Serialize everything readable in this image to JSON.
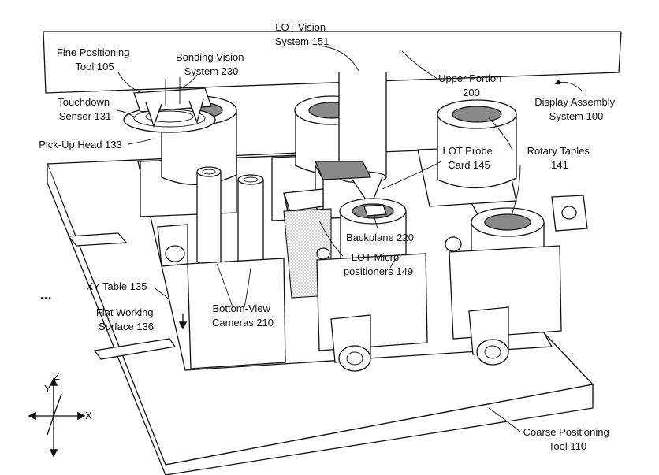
{
  "labels": {
    "fine_positioning_tool": [
      "Fine Positioning",
      "Tool 105"
    ],
    "bonding_vision_system": [
      "Bonding Vision",
      "System 230"
    ],
    "lot_vision_system": [
      "LOT Vision",
      "System 151"
    ],
    "upper_portion": [
      "Upper Portion",
      "200"
    ],
    "display_assembly_system": [
      "Display Assembly",
      "System 100"
    ],
    "touchdown_sensor": [
      "Touchdown",
      "Sensor 131"
    ],
    "pick_up_head": [
      "Pick-Up Head 133"
    ],
    "lot_probe_card": [
      "LOT Probe",
      "Card 145"
    ],
    "rotary_tables": [
      "Rotary Tables",
      "141"
    ],
    "backplane": [
      "Backplane 220"
    ],
    "lot_micropositioners": [
      "LOT Micro-",
      "positioners 149"
    ],
    "xy_table": [
      "XY Table 135"
    ],
    "flat_working_surface": [
      "Flat Working",
      "Surface 136"
    ],
    "bottom_view_cameras": [
      "Bottom-View",
      "Cameras 210"
    ],
    "coarse_positioning_tool": [
      "Coarse Positioning",
      "Tool 110"
    ],
    "ellipsis": [
      "..."
    ]
  },
  "axes": {
    "z": "Z",
    "y": "Y",
    "x": "X"
  },
  "colors": {
    "line": "#111111",
    "fill_dark": "#8a8a8a",
    "stipple": "#b5b5b5",
    "background": "#ffffff"
  }
}
